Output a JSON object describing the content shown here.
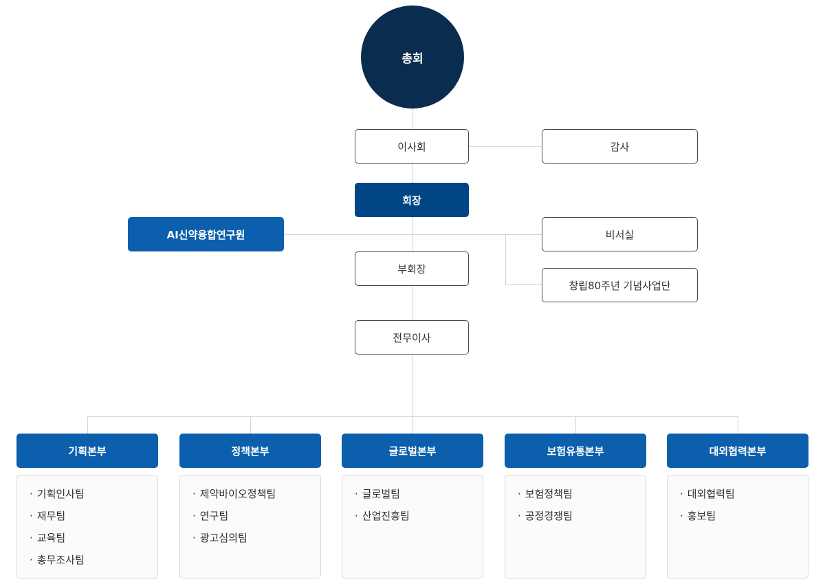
{
  "top": {
    "general_meeting": "총회"
  },
  "nodes": {
    "board": "이사회",
    "audit": "감사",
    "chairman": "회장",
    "ai_institute": "AI신약융합연구원",
    "secretariat": "비서실",
    "anniversary": "창립80주년 기념사업단",
    "vice_chairman": "부회장",
    "executive_director": "전무이사"
  },
  "departments": [
    {
      "name": "기획본부",
      "teams": [
        "기획인사팀",
        "재무팀",
        "교육팀",
        "총무조사팀"
      ]
    },
    {
      "name": "정책본부",
      "teams": [
        "제약바이오정책팀",
        "연구팀",
        "광고심의팀"
      ]
    },
    {
      "name": "글로벌본부",
      "teams": [
        "글로벌팀",
        "산업진흥팀"
      ]
    },
    {
      "name": "보험유통본부",
      "teams": [
        "보험정책팀",
        "공정경쟁팀"
      ]
    },
    {
      "name": "대외협력본부",
      "teams": [
        "대외협력팀",
        "홍보팀"
      ]
    }
  ],
  "colors": {
    "top_circle": "#0a2d4f",
    "chairman_box": "#004685",
    "primary_blue": "#0b5fac",
    "connector": "#d4d4d4"
  }
}
